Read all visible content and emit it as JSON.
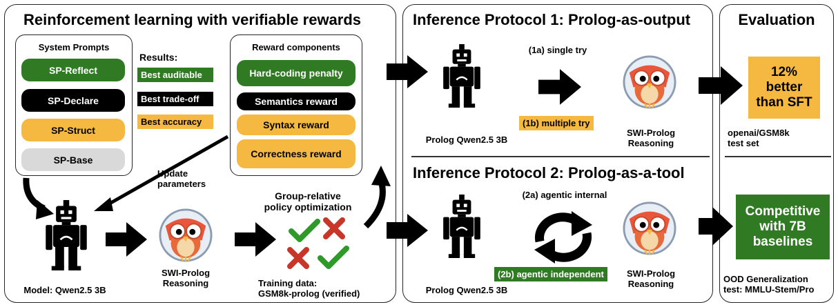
{
  "rl_panel": {
    "title": "Reinforcement learning with verifiable rewards",
    "system_prompts": {
      "heading": "System Prompts",
      "items": [
        "SP-Reflect",
        "SP-Declare",
        "SP-Struct",
        "SP-Base"
      ],
      "colors": [
        "#2f7a22",
        "#000000",
        "#f5b942",
        "#d9d9d9"
      ]
    },
    "results": {
      "heading": "Results:",
      "items": [
        "Best auditable",
        "Best trade-off",
        "Best accuracy"
      ]
    },
    "reward_components": {
      "heading": "Reward components",
      "items": [
        "Hard-coding penalty",
        "Semantics reward",
        "Syntax reward",
        "Correctness reward"
      ]
    },
    "update_label": "Update\nparameters",
    "grpo_label": "Group-relative\npolicy optimization",
    "model_label": "Model: Qwen2.5 3B",
    "prolog_label": "SWI-Prolog\nReasoning",
    "training_label": "Training data:\nGSM8k-prolog (verified)"
  },
  "protocol1": {
    "title": "Inference Protocol 1: Prolog-as-output",
    "single_try": "(1a) single try",
    "multiple_try": "(1b) multiple try",
    "model_label": "Prolog Qwen2.5 3B",
    "prolog_label": "SWI-Prolog\nReasoning"
  },
  "protocol2": {
    "title": "Inference Protocol 2: Prolog-as-a-tool",
    "agentic_internal": "(2a) agentic internal",
    "agentic_independent": "(2b) agentic independent",
    "model_label": "Prolog Qwen2.5 3B",
    "prolog_label": "SWI-Prolog\nReasoning"
  },
  "evaluation": {
    "title": "Evaluation",
    "result1": "12%\nbetter\nthan SFT",
    "result1_color": "#f5b942",
    "dataset1": "openai/GSM8k\ntest set",
    "result2": "Competitive\nwith 7B\nbaselines",
    "result2_color": "#2f7a22",
    "dataset2": "OOD Generalization\ntest: MMLU-Stem/Pro"
  },
  "icons": [
    "robot-icon",
    "owl-icon",
    "checkmark-icon",
    "cross-icon",
    "arrow-icon",
    "cycle-arrows-icon"
  ]
}
